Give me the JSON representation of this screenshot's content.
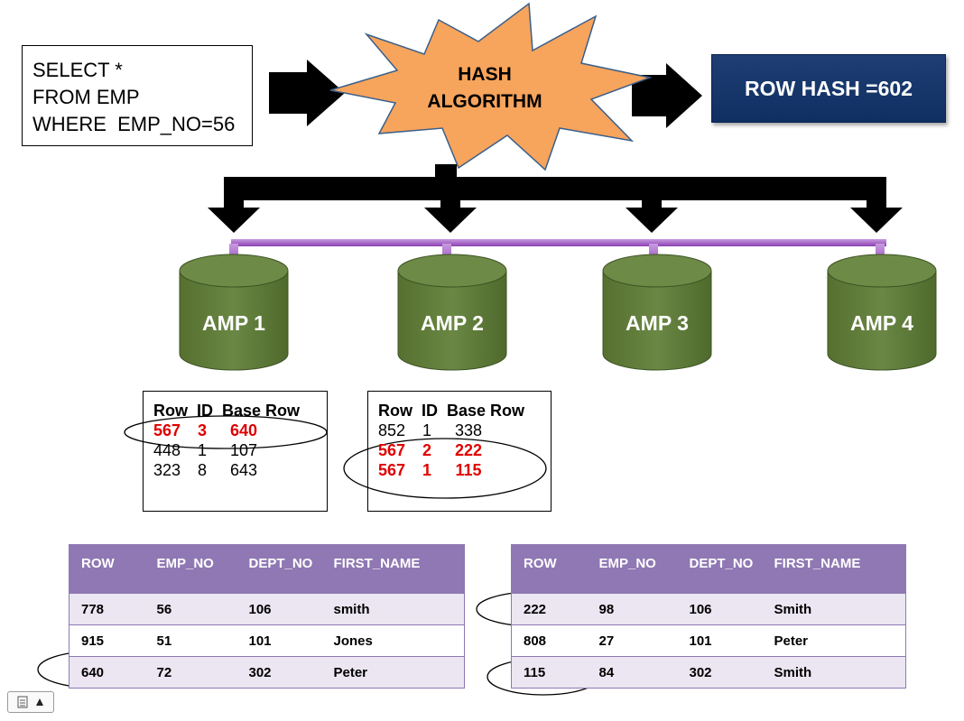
{
  "query": {
    "lines": [
      "SELECT *",
      "FROM EMP",
      "WHERE  EMP_NO=56"
    ]
  },
  "hash_label": {
    "line1": "HASH",
    "line2": "ALGORITHM"
  },
  "row_hash_label": "ROW HASH =602",
  "amps": [
    {
      "label": "AMP 1"
    },
    {
      "label": "AMP 2"
    },
    {
      "label": "AMP 3"
    },
    {
      "label": "AMP 4"
    }
  ],
  "row_id_tables": [
    {
      "header": "Row  ID  Base Row",
      "rows": [
        {
          "row": "567",
          "id": "3",
          "base": "640",
          "highlight": true
        },
        {
          "row": "448",
          "id": "1",
          "base": "107",
          "highlight": false
        },
        {
          "row": "323",
          "id": "8",
          "base": "643",
          "highlight": false
        }
      ]
    },
    {
      "header": "Row  ID  Base Row",
      "rows": [
        {
          "row": "852",
          "id": "1",
          "base": "338",
          "highlight": false
        },
        {
          "row": "567",
          "id": "2",
          "base": "222",
          "highlight": true
        },
        {
          "row": "567",
          "id": "1",
          "base": "115",
          "highlight": true
        }
      ]
    }
  ],
  "emp_tables": [
    {
      "columns": [
        "ROW",
        "EMP_NO",
        "DEPT_NO",
        "FIRST_NAME"
      ],
      "rows": [
        [
          "778",
          "56",
          "106",
          "smith"
        ],
        [
          "915",
          "51",
          "101",
          "Jones"
        ],
        [
          "640",
          "72",
          "302",
          "Peter"
        ]
      ]
    },
    {
      "columns": [
        "ROW",
        "EMP_NO",
        "DEPT_NO",
        "FIRST_NAME"
      ],
      "rows": [
        [
          "222",
          "98",
          "106",
          "Smith"
        ],
        [
          "808",
          "27",
          "101",
          "Peter"
        ],
        [
          "115",
          "84",
          "302",
          "Smith"
        ]
      ]
    }
  ],
  "colors": {
    "star_fill": "#f7a45c",
    "cylinder_fill": "#5e7a3b",
    "bus_color": "#9b59c0",
    "row_hash_fill": "#17386b",
    "table_header": "#8f78b3",
    "highlight_text": "#e00000"
  },
  "slide_nav": {
    "icons": [
      "slide-menu-icon",
      "triangle-up-icon"
    ]
  }
}
